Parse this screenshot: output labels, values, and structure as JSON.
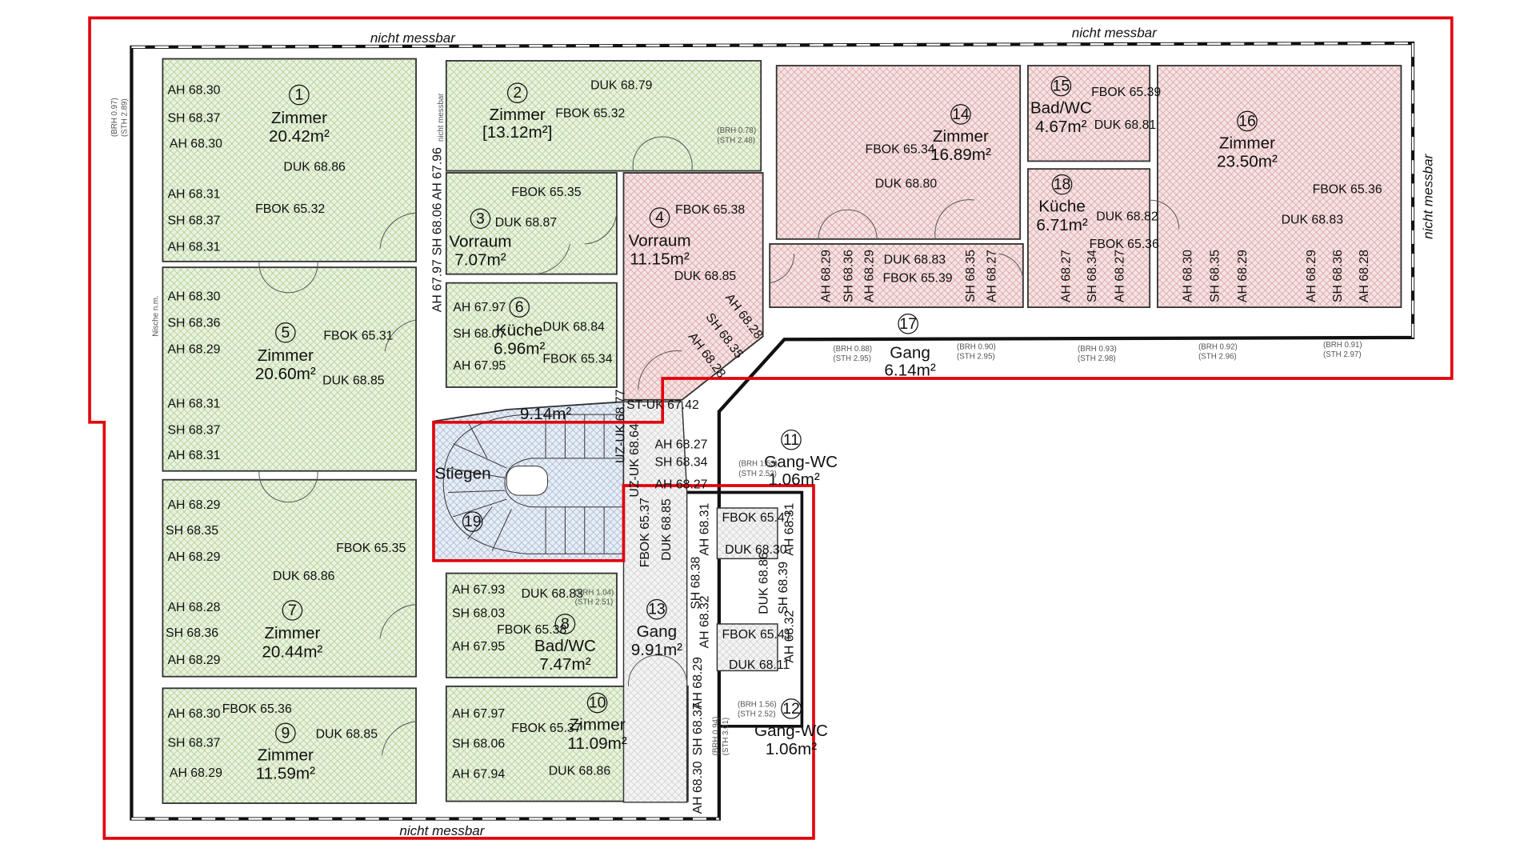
{
  "annotations": {
    "not_measurable": "nicht messbar"
  },
  "rooms": [
    {
      "n": "1",
      "name": "Zimmer",
      "area": "20.42m²"
    },
    {
      "n": "2",
      "name": "Zimmer",
      "area": "[13.12m²]"
    },
    {
      "n": "3",
      "name": "Vorraum",
      "area": "7.07m²"
    },
    {
      "n": "4",
      "name": "Vorraum",
      "area": "11.15m²"
    },
    {
      "n": "5",
      "name": "Zimmer",
      "area": "20.60m²"
    },
    {
      "n": "6",
      "name": "Küche",
      "area": "6.96m²"
    },
    {
      "n": "7",
      "name": "Zimmer",
      "area": "20.44m²"
    },
    {
      "n": "8",
      "name": "Bad/WC",
      "area": "7.47m²"
    },
    {
      "n": "9",
      "name": "Zimmer",
      "area": "11.59m²"
    },
    {
      "n": "10",
      "name": "Zimmer",
      "area": "11.09m²"
    },
    {
      "n": "11",
      "name": "Gang-WC",
      "area": "1.06m²"
    },
    {
      "n": "12",
      "name": "Gang-WC",
      "area": "1.06m²"
    },
    {
      "n": "13",
      "name": "Gang",
      "area": "9.91m²"
    },
    {
      "n": "14",
      "name": "Zimmer",
      "area": "16.89m²"
    },
    {
      "n": "15",
      "name": "Bad/WC",
      "area": "4.67m²"
    },
    {
      "n": "16",
      "name": "Zimmer",
      "area": "23.50m²"
    },
    {
      "n": "17",
      "name": "Gang",
      "area": "6.14m²"
    },
    {
      "n": "18",
      "name": "Küche",
      "area": "6.71m²"
    },
    {
      "n": "19",
      "name": "Stiegen",
      "area": "9.14m²"
    }
  ],
  "levels": [
    "AH 68.30",
    "SH 68.37",
    "AH 68.30",
    "AH 68.31",
    "SH 68.37",
    "AH 68.31",
    "AH 68.30",
    "SH 68.36",
    "AH 68.29",
    "AH 68.31",
    "SH 68.37",
    "AH 68.31",
    "AH 68.29",
    "SH 68.35",
    "AH 68.29",
    "AH 68.28",
    "SH 68.36",
    "AH 68.29",
    "AH 68.30",
    "SH 68.37",
    "AH 68.29",
    "DUK 68.86",
    "FBOK 65.32",
    "DUK 68.79",
    "FBOK 65.32",
    "FBOK 65.35",
    "DUK 68.87",
    "FBOK 65.38",
    "DUK 68.85",
    "AH 67.96",
    "SH 68.06",
    "AH 67.97",
    "AH 67.97",
    "SH 68.07",
    "AH 67.95",
    "DUK 68.84",
    "FBOK 65.34",
    "FBOK 65.31",
    "DUK 68.85",
    "FBOK 65.35",
    "DUK 68.86",
    "AH 67.93",
    "SH 68.03",
    "AH 67.95",
    "DUK 68.83",
    "FBOK 65.38",
    "FBOK 65.36",
    "DUK 68.85",
    "AH 67.97",
    "SH 68.06",
    "AH 67.94",
    "FBOK 65.37",
    "DUK 68.86",
    "FBOK 65.34",
    "DUK 68.80",
    "FBOK 65.39",
    "DUK 68.81",
    "FBOK 65.36",
    "DUK 68.83",
    "DUK 68.82",
    "FBOK 65.36",
    "DUK 68.83",
    "FBOK 65.39",
    "AH 68.29",
    "SH 68.36",
    "AH 68.29",
    "AH 68.28",
    "SH 68.35",
    "AH 68.28",
    "SH 68.35",
    "AH 68.27",
    "AH 68.27",
    "SH 68.34",
    "AH 68.27",
    "AH 68.30",
    "SH 68.35",
    "AH 68.29",
    "AH 68.29",
    "SH 68.36",
    "AH 68.28",
    "ST-UK 67.42",
    "UZ-UK 68.77",
    "UZ-UK 68.64",
    "AH 68.27",
    "SH 68.34",
    "AH 68.27",
    "FBOK 65.37",
    "DUK 68.85",
    "AH 68.31",
    "AH 68.31",
    "SH 68.38",
    "SH 68.39",
    "FBOK 65.47",
    "DUK 68.30",
    "DUK 68.86",
    "AH 68.32",
    "AH 68.32",
    "FBOK 65.41",
    "DUK 68.11",
    "AH 68.29",
    "SH 68.37",
    "AH 68.30"
  ],
  "small_notes": [
    "(BRH 0.78)",
    "(STH 2.48)",
    "(BRH 0.88)",
    "(STH 2.95)",
    "(BRH 0.90)",
    "(STH 2.95)",
    "(BRH 0.93)",
    "(STH 2.98)",
    "(BRH 0.92)",
    "(STH 2.96)",
    "(BRH 0.91)",
    "(STH 2.97)",
    "(BRH 1.53)",
    "(STH 2.53)",
    "(BRH 1.56)",
    "(STH 2.52)",
    "(BRH 1.04)",
    "(STH 2.51)",
    "(BRH 0.94)",
    "(STH 3.01)",
    "(BRH 0.97)",
    "(STH 2.89)",
    "Nische n.m."
  ],
  "colors": {
    "green_fill": "#e9f3df",
    "green_hatch": "#a9c98c",
    "red_fill": "#f6e3e3",
    "red_hatch": "#d79b9b",
    "blue_fill": "#e8eef6",
    "blue_hatch": "#9fb2cc",
    "boundary": "#e3000b",
    "wall": "#111111"
  }
}
